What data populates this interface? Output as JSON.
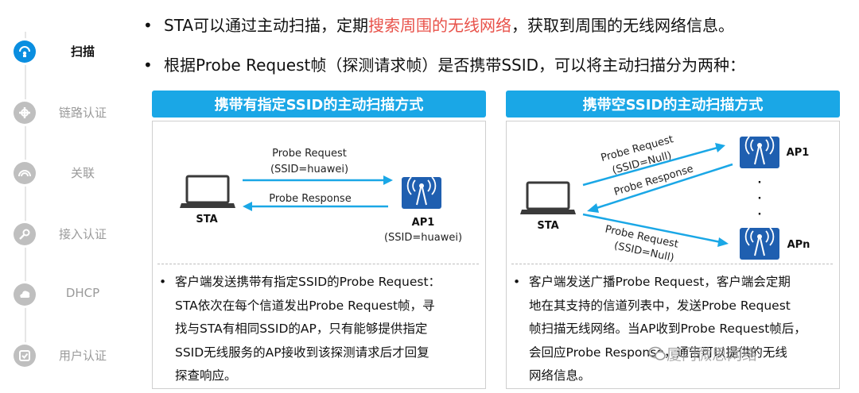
{
  "nav": {
    "items": [
      {
        "label": "扫描",
        "icon": "scan-icon",
        "active": true
      },
      {
        "label": "链路认证",
        "icon": "link-auth-icon",
        "active": false
      },
      {
        "label": "关联",
        "icon": "association-icon",
        "active": false
      },
      {
        "label": "接入认证",
        "icon": "access-auth-icon",
        "active": false
      },
      {
        "label": "DHCP",
        "icon": "dhcp-icon",
        "active": false
      },
      {
        "label": "用户认证",
        "icon": "user-auth-icon",
        "active": false
      }
    ]
  },
  "bullets": {
    "b1_pre": "STA可以通过主动扫描，定期",
    "b1_highlight": "搜索周围的无线网络",
    "b1_post": "，获取到周围的无线网络信息。",
    "b2": "根据Probe Request帧（探测请求帧）是否携带SSID，可以将主动扫描分为两种："
  },
  "left_panel": {
    "title": "携带有指定SSID的主动扫描方式",
    "request_label": "Probe Request",
    "request_ssid": "(SSID=huawei)",
    "response_label": "Probe Response",
    "sta_label": "STA",
    "ap_label": "AP1",
    "ap_ssid": "(SSID=huawei)",
    "desc_lines": [
      "客户端发送携带有指定SSID的Probe Request：",
      "STA依次在每个信道发出Probe Request帧，寻",
      "找与STA有相同SSID的AP，只有能够提供指定",
      "SSID无线服务的AP接收到该探测请求后才回复",
      "探查响应。"
    ]
  },
  "right_panel": {
    "title": "携带空SSID的主动扫描方式",
    "request_label_top": "Probe Request",
    "request_ssid_top": "(SSID=Null)",
    "response_label": "Probe Response",
    "request_label_bottom": "Probe Request",
    "request_ssid_bottom": "(SSID=Null)",
    "sta_label": "STA",
    "ap1_label": "AP1",
    "apn_label": "APn",
    "dots": "·",
    "desc_lines": [
      "客户端发送广播Probe Request，客户端会定期",
      "地在其支持的信道列表中，发送Probe Request",
      "帧扫描无线网络。当AP收到Probe Request帧后，",
      "会回应Probe Response，通告可以提供的无线",
      "网络信息。"
    ]
  },
  "watermark": "厦门微思网络",
  "colors": {
    "accent": "#1aa7e6",
    "highlight": "#e8524a",
    "ap_icon": "#1f5fb0"
  }
}
